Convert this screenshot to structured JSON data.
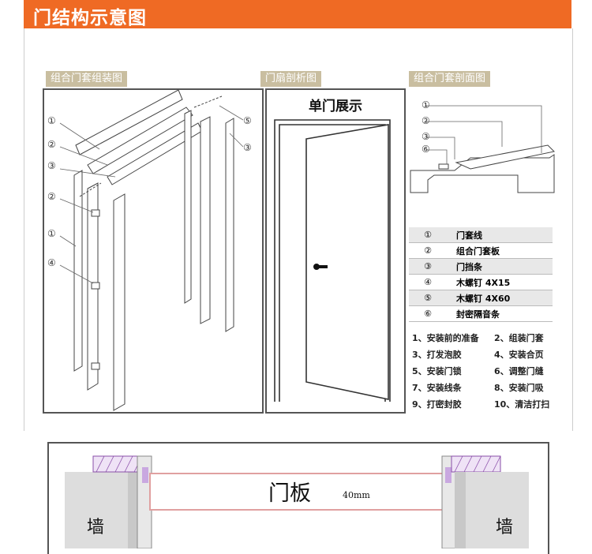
{
  "header": {
    "title": "门结构示意图"
  },
  "sections": {
    "assembly": "组合门套组装图",
    "section": "门扇剖析图",
    "profile": "组合门套剖面图"
  },
  "assembly_callouts": {
    "c1a": "①",
    "c2a": "②",
    "c3a": "③",
    "c2b": "②",
    "c1b": "①",
    "c4": "④",
    "c5": "⑤",
    "c3b": "③"
  },
  "door_title": "单门展示",
  "profile_callouts": {
    "p1": "①",
    "p2": "②",
    "p3": "③",
    "p6": "⑥"
  },
  "parts": [
    {
      "num": "①",
      "name": "门套线"
    },
    {
      "num": "②",
      "name": "组合门套板"
    },
    {
      "num": "③",
      "name": "门挡条"
    },
    {
      "num": "④",
      "name": "木螺钉 4X15"
    },
    {
      "num": "⑤",
      "name": "木螺钉 4X60"
    },
    {
      "num": "⑥",
      "name": "封密隔音条"
    }
  ],
  "steps": [
    [
      "1、安装前的准备",
      "2、组装门套"
    ],
    [
      "3、打发泡胶",
      "4、安装合页"
    ],
    [
      "5、安装门锁",
      "6、调整门缝"
    ],
    [
      "7、安装线条",
      "8、安装门吸"
    ],
    [
      "9、打密封胶",
      "10、清洁打扫"
    ]
  ],
  "bottom": {
    "wall_left": "墙",
    "wall_right": "墙",
    "board": "门板",
    "thickness": "40mm"
  }
}
